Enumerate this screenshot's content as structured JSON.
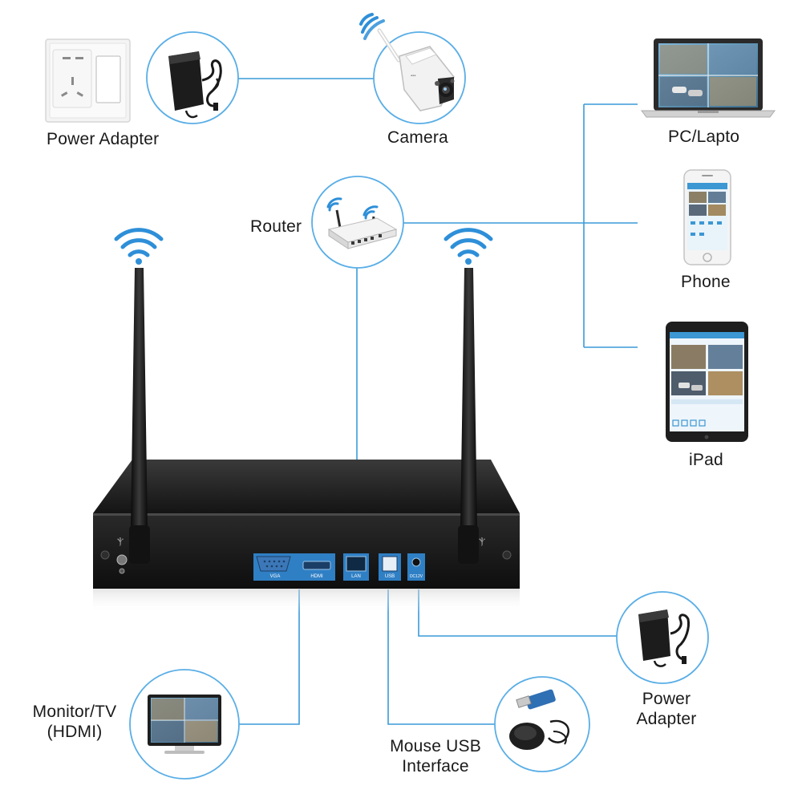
{
  "labels": {
    "power_adapter_top": "Power Adapter",
    "camera": "Camera",
    "pc_laptop": "PC/Lapto",
    "router": "Router",
    "phone": "Phone",
    "ipad": "iPad",
    "monitor_line1": "Monitor/TV",
    "monitor_line2": "(HDMI)",
    "mouse_line1": "Mouse USB",
    "mouse_line2": "Interface",
    "power_adapter_bottom_line1": "Power",
    "power_adapter_bottom_line2": "Adapter"
  },
  "nvr_ports": {
    "vga": "VGA",
    "hdmi": "HDMI",
    "lan": "LAN",
    "usb": "USB",
    "dc": "DC12V"
  },
  "colors": {
    "connector_line": "#3a9ad9",
    "circle_border": "#5aaee6",
    "wifi": "#2e8fd8",
    "nvr_body": "#1c1c1c",
    "port_highlight": "#2f7fc4"
  },
  "icons": {
    "wall_socket": "wall-socket-icon",
    "adapter": "power-adapter-icon",
    "camera": "bullet-camera-icon",
    "router": "router-icon",
    "laptop": "laptop-icon",
    "phone": "smartphone-icon",
    "tablet": "tablet-icon",
    "monitor": "monitor-icon",
    "mouse": "mouse-icon",
    "usb_dongle": "usb-dongle-icon",
    "wifi": "wifi-icon"
  }
}
